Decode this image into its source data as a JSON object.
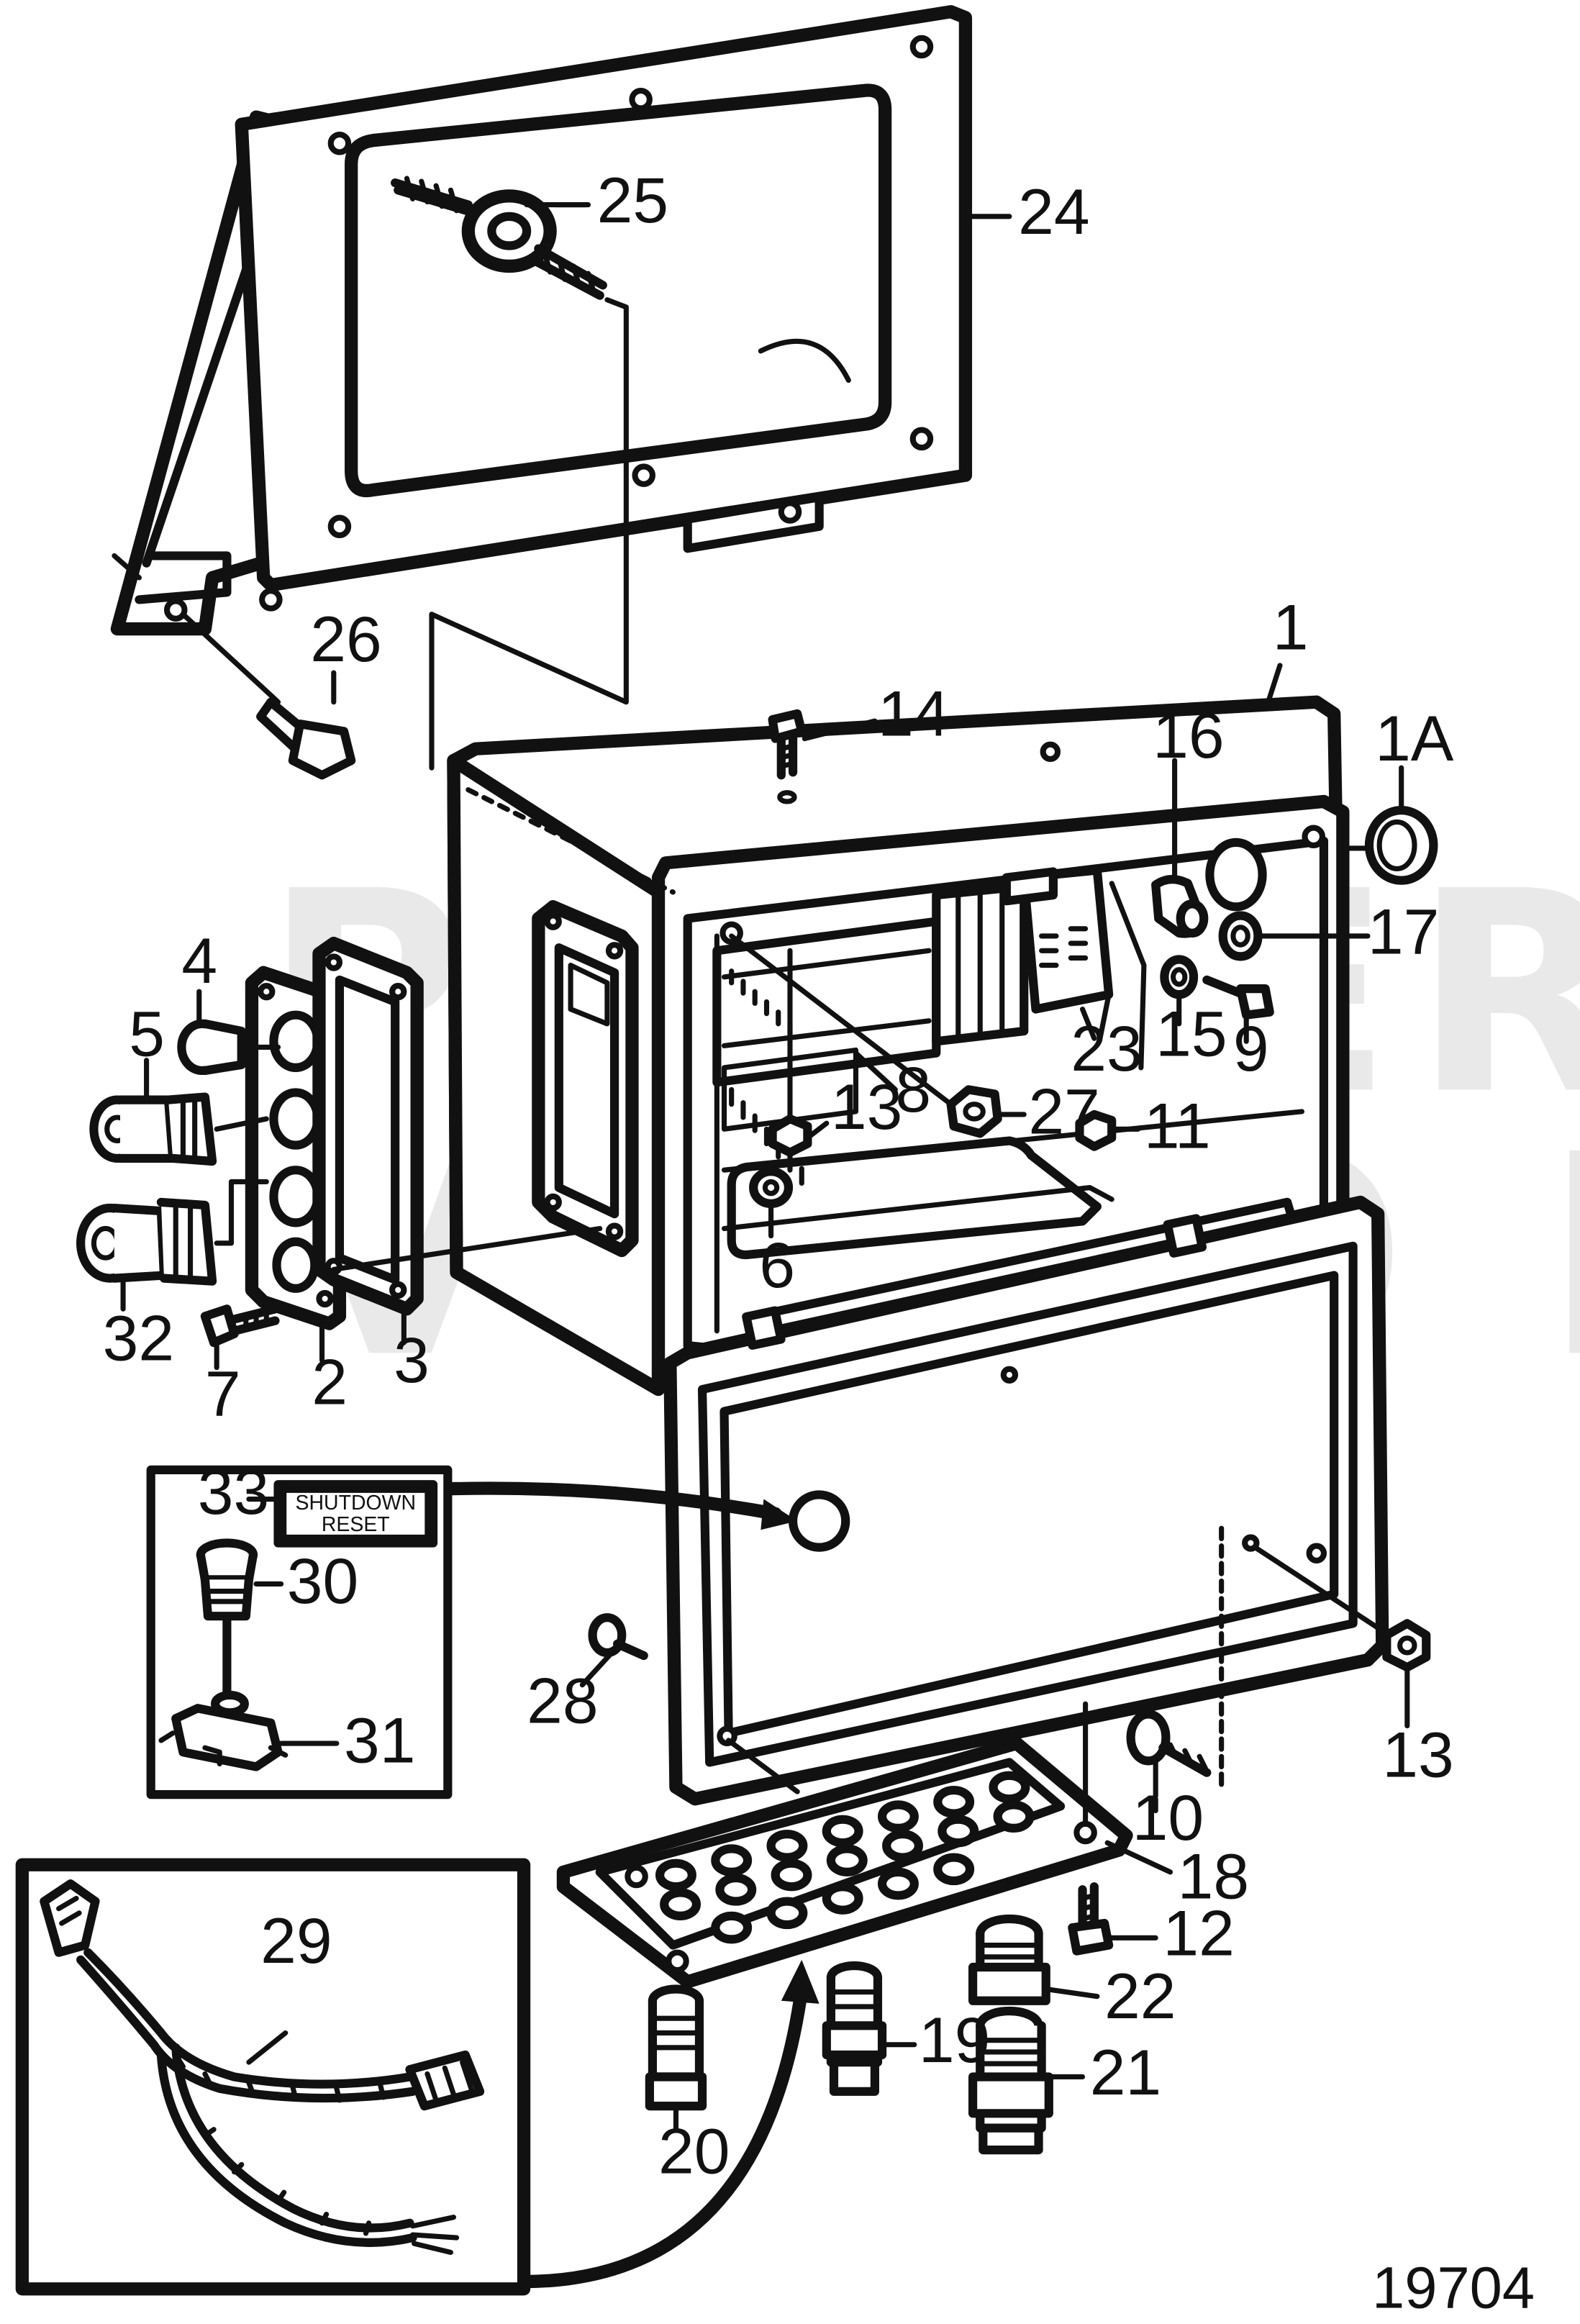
{
  "figure_number": "19704",
  "watermark": {
    "line1": "PROPERTY OF",
    "line2": "VOLVO PENTA"
  },
  "label_33_text": {
    "line1": "SHUTDOWN",
    "line2": "RESET"
  },
  "callouts": {
    "c1": "1",
    "c1A": "1A",
    "c2": "2",
    "c3": "3",
    "c4": "4",
    "c5": "5",
    "c6": "6",
    "c7": "7",
    "c8": "8",
    "c9": "9",
    "c10": "10",
    "c11": "11",
    "c12": "12",
    "c13a": "13",
    "c13b": "13",
    "c14": "14",
    "c15": "15",
    "c16": "16",
    "c17": "17",
    "c18": "18",
    "c19": "19",
    "c20": "20",
    "c21": "21",
    "c22": "22",
    "c23": "23",
    "c24": "24",
    "c25": "25",
    "c26": "26",
    "c27": "27",
    "c28": "28",
    "c29": "29",
    "c30": "30",
    "c31": "31",
    "c32": "32",
    "c33": "33"
  }
}
